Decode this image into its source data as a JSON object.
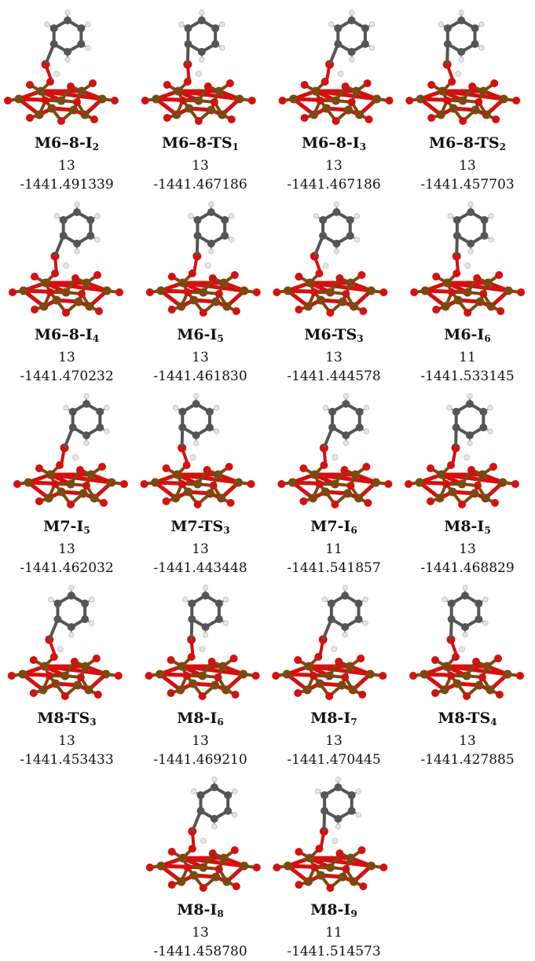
{
  "structures": [
    {
      "name": "M6–8-I",
      "sub": "2",
      "spin": "13",
      "energy": "-1441.491339"
    },
    {
      "name": "M6–8-TS",
      "sub": "1",
      "spin": "13",
      "energy": "-1441.467186"
    },
    {
      "name": "M6–8-I",
      "sub": "3",
      "spin": "13",
      "energy": "-1441.467186"
    },
    {
      "name": "M6–8-TS",
      "sub": "2",
      "spin": "13",
      "energy": "-1441.457703"
    },
    {
      "name": "M6–8-I",
      "sub": "4",
      "spin": "13",
      "energy": "-1441.470232"
    },
    {
      "name": "M6-I",
      "sub": "5",
      "spin": "13",
      "energy": "-1441.461830"
    },
    {
      "name": "M6-TS",
      "sub": "3",
      "spin": "13",
      "energy": "-1441.444578"
    },
    {
      "name": "M6-I",
      "sub": "6",
      "spin": "11",
      "energy": "-1441.533145"
    },
    {
      "name": "M7-I",
      "sub": "5",
      "spin": "13",
      "energy": "-1441.462032"
    },
    {
      "name": "M7-TS",
      "sub": "3",
      "spin": "13",
      "energy": "-1441.443448"
    },
    {
      "name": "M7-I",
      "sub": "6",
      "spin": "11",
      "energy": "-1441.541857"
    },
    {
      "name": "M8-I",
      "sub": "5",
      "spin": "13",
      "energy": "-1441.468829"
    },
    {
      "name": "M8-TS",
      "sub": "3",
      "spin": "13",
      "energy": "-1441.453433"
    },
    {
      "name": "M8-I",
      "sub": "6",
      "spin": "13",
      "energy": "-1441.469210"
    },
    {
      "name": "M8-I",
      "sub": "7",
      "spin": "13",
      "energy": "-1441.470445"
    },
    {
      "name": "M8-TS",
      "sub": "4",
      "spin": "13",
      "energy": "-1441.427885"
    },
    {
      "name": "M8-I",
      "sub": "8",
      "spin": "13",
      "energy": "-1441.458780"
    },
    {
      "name": "M8-I",
      "sub": "9",
      "spin": "11",
      "energy": "-1441.514573"
    }
  ],
  "colors": {
    "iron": "#7a4a10",
    "oxygen": "#d41010",
    "carbon": "#555555",
    "hydrogen": "#e6e6e6",
    "bond": "#8a8a8a"
  }
}
